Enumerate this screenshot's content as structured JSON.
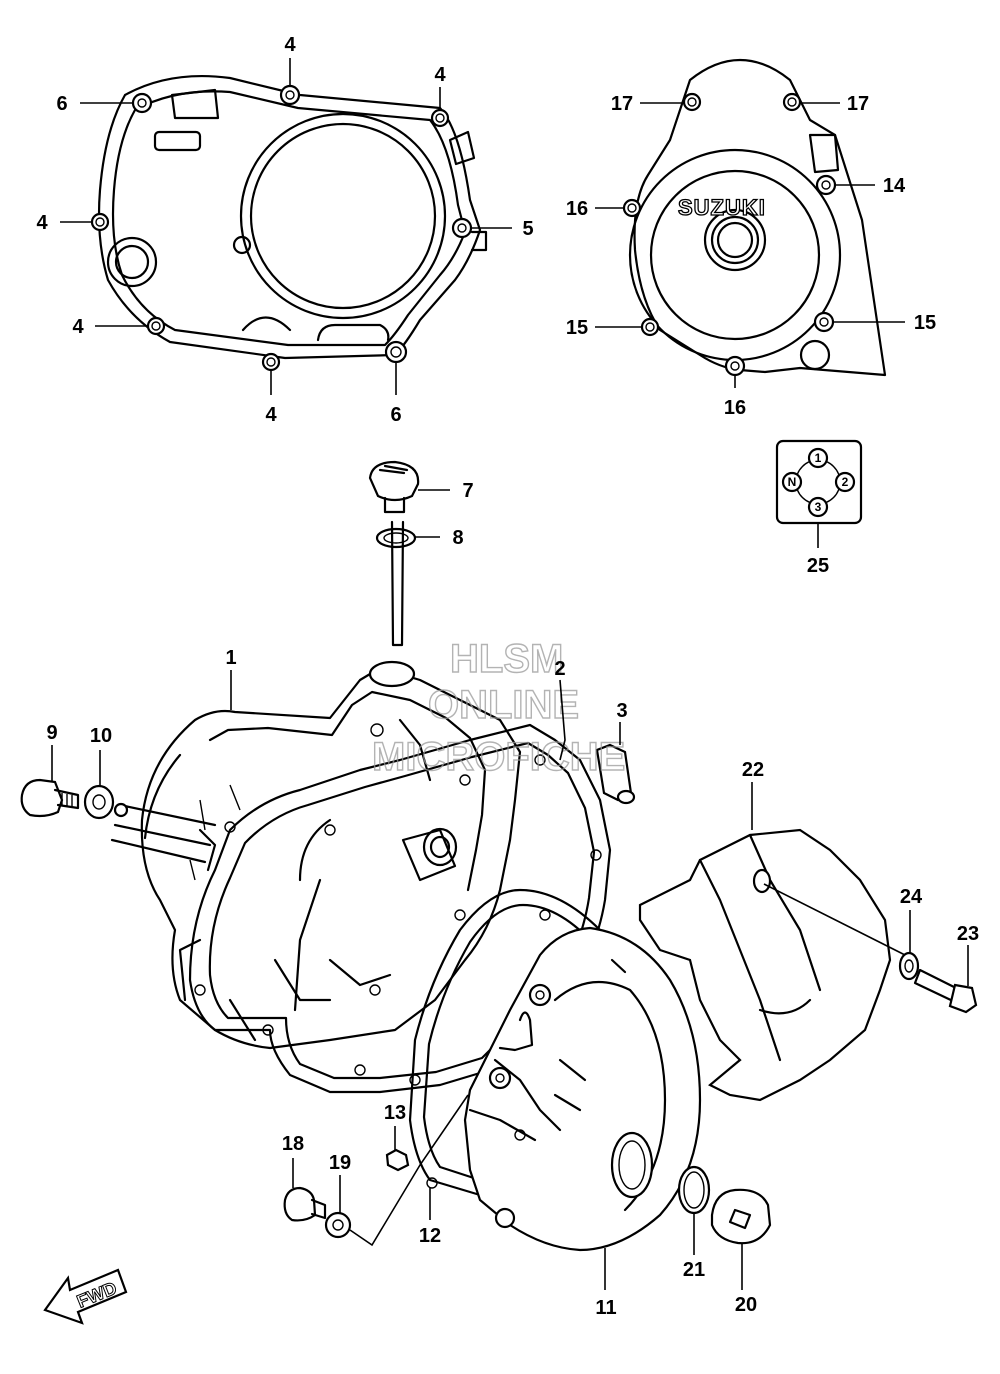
{
  "callouts": {
    "c1": "1",
    "c2": "2",
    "c3": "3",
    "c4a": "4",
    "c4b": "4",
    "c4c": "4",
    "c4d": "4",
    "c4e": "4",
    "c5": "5",
    "c6a": "6",
    "c6b": "6",
    "c7": "7",
    "c8": "8",
    "c9": "9",
    "c10": "10",
    "c11": "11",
    "c12": "12",
    "c13": "13",
    "c14": "14",
    "c15a": "15",
    "c15b": "15",
    "c16a": "16",
    "c16b": "16",
    "c17a": "17",
    "c17b": "17",
    "c18": "18",
    "c19": "19",
    "c20": "20",
    "c21": "21",
    "c22": "22",
    "c23": "23",
    "c24": "24",
    "c25": "25"
  },
  "brand_text": "SUZUKI",
  "gear_indicator": {
    "g1": "1",
    "g2": "2",
    "g3": "3",
    "gN": "N"
  },
  "watermark": {
    "line1": "HLSM",
    "line2": "ONLINE",
    "line3": "MICROFICHE"
  },
  "fwd_label": "FWD"
}
